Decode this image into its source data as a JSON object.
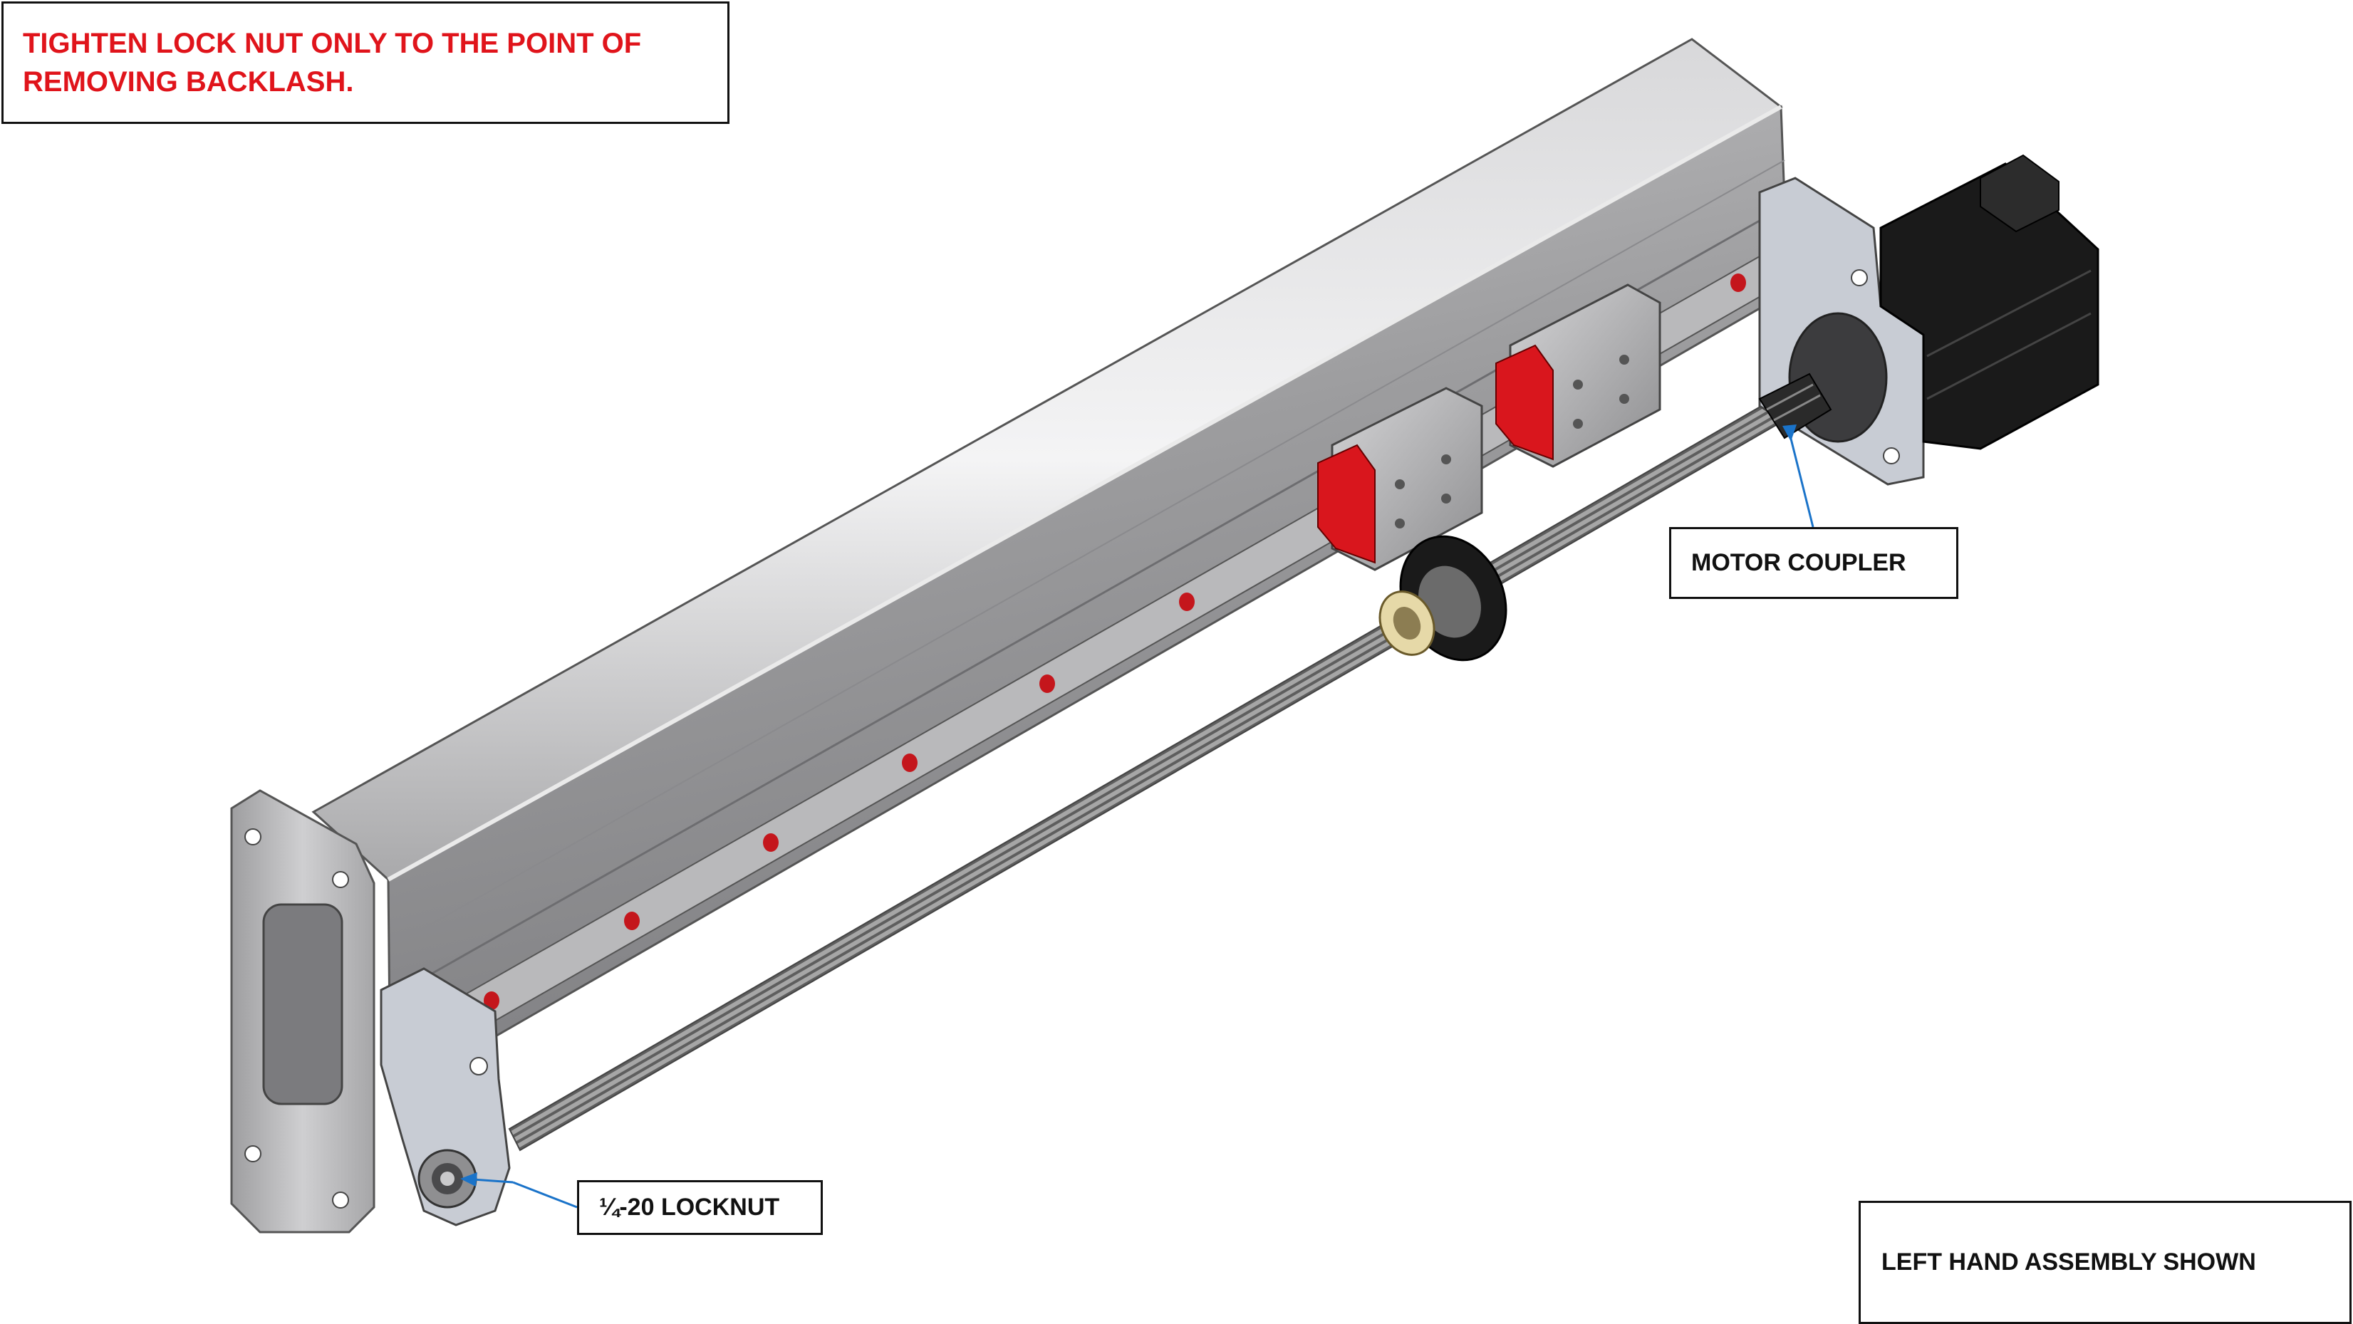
{
  "notes": {
    "warning": "TIGHTEN LOCK NUT ONLY TO THE POINT OF REMOVING BACKLASH.",
    "assembly": "LEFT HAND ASSEMBLY SHOWN"
  },
  "callouts": {
    "motor_coupler": "MOTOR COUPLER",
    "locknut": "¼-20 LOCKNUT"
  },
  "colors": {
    "warning_text": "#e0141b",
    "leader_line": "#1a73c9",
    "frame_aluminum": "#b3b3b5",
    "linear_block_accent": "#d9161d",
    "motor_body": "#1a1a1a",
    "bracket": "#c8ccd4"
  }
}
